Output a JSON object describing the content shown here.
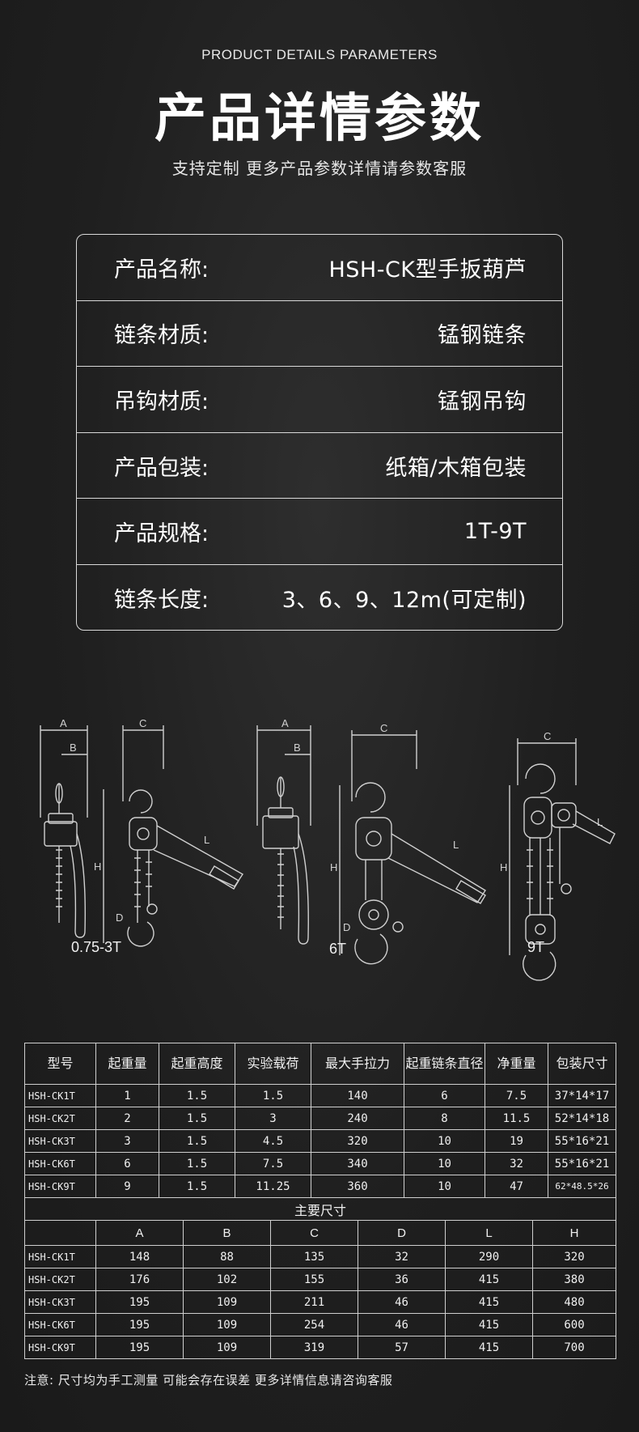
{
  "header": {
    "en_title": "PRODUCT DETAILS PARAMETERS",
    "cn_title": "产品详情参数",
    "subtitle": "支持定制 更多产品参数详情请参数客服"
  },
  "specs": [
    {
      "label": "产品名称:",
      "value": "HSH-CK型手扳葫芦"
    },
    {
      "label": "链条材质:",
      "value": "锰钢链条"
    },
    {
      "label": "吊钩材质:",
      "value": "锰钢吊钩"
    },
    {
      "label": "产品包装:",
      "value": "纸箱/木箱包装"
    },
    {
      "label": "产品规格:",
      "value": "1T-9T"
    },
    {
      "label": "链条长度:",
      "value": "3、6、9、12m(可定制)"
    }
  ],
  "diagrams": {
    "labels": [
      "0.75-3T",
      "6T",
      "9T"
    ],
    "dims": [
      "A",
      "B",
      "C",
      "H",
      "L",
      "D"
    ],
    "line_color": "#d0d0d0"
  },
  "table1": {
    "headers": [
      "型号",
      "起重量",
      "起重高度",
      "实验载荷",
      "最大手拉力",
      "起重链条直径",
      "净重量",
      "包装尺寸"
    ],
    "rows": [
      [
        "HSH-CK1T",
        "1",
        "1.5",
        "1.5",
        "140",
        "6",
        "7.5",
        "37*14*17"
      ],
      [
        "HSH-CK2T",
        "2",
        "1.5",
        "3",
        "240",
        "8",
        "11.5",
        "52*14*18"
      ],
      [
        "HSH-CK3T",
        "3",
        "1.5",
        "4.5",
        "320",
        "10",
        "19",
        "55*16*21"
      ],
      [
        "HSH-CK6T",
        "6",
        "1.5",
        "7.5",
        "340",
        "10",
        "32",
        "55*16*21"
      ],
      [
        "HSH-CK9T",
        "9",
        "1.5",
        "11.25",
        "360",
        "10",
        "47",
        "62*48.5*26"
      ]
    ]
  },
  "table2": {
    "caption": "主要尺寸",
    "headers": [
      "",
      "A",
      "B",
      "C",
      "D",
      "L",
      "H"
    ],
    "rows": [
      [
        "HSH-CK1T",
        "148",
        "88",
        "135",
        "32",
        "290",
        "320"
      ],
      [
        "HSH-CK2T",
        "176",
        "102",
        "155",
        "36",
        "415",
        "380"
      ],
      [
        "HSH-CK3T",
        "195",
        "109",
        "211",
        "46",
        "415",
        "480"
      ],
      [
        "HSH-CK6T",
        "195",
        "109",
        "254",
        "46",
        "415",
        "600"
      ],
      [
        "HSH-CK9T",
        "195",
        "109",
        "319",
        "57",
        "415",
        "700"
      ]
    ]
  },
  "note": "注意: 尺寸均为手工测量 可能会存在误差 更多详情信息请咨询客服"
}
